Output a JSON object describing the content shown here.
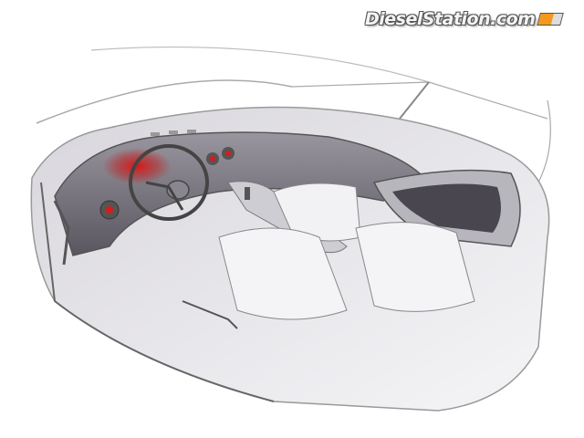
{
  "image": {
    "subject": "Car interior design sketch",
    "description": "Perspective sketch of a car cabin with dashboard, steering wheel, red-lit instrument cluster, round air vents, center console, seats and door panels"
  },
  "watermark": {
    "text": "DieselStation.com",
    "badge_colors": [
      "#f39a1e",
      "#dddddd"
    ]
  },
  "colors": {
    "background": "#ffffff",
    "line": "#6a6a6a",
    "shade": "#8a8690",
    "accent_red": "#d81a1a"
  }
}
